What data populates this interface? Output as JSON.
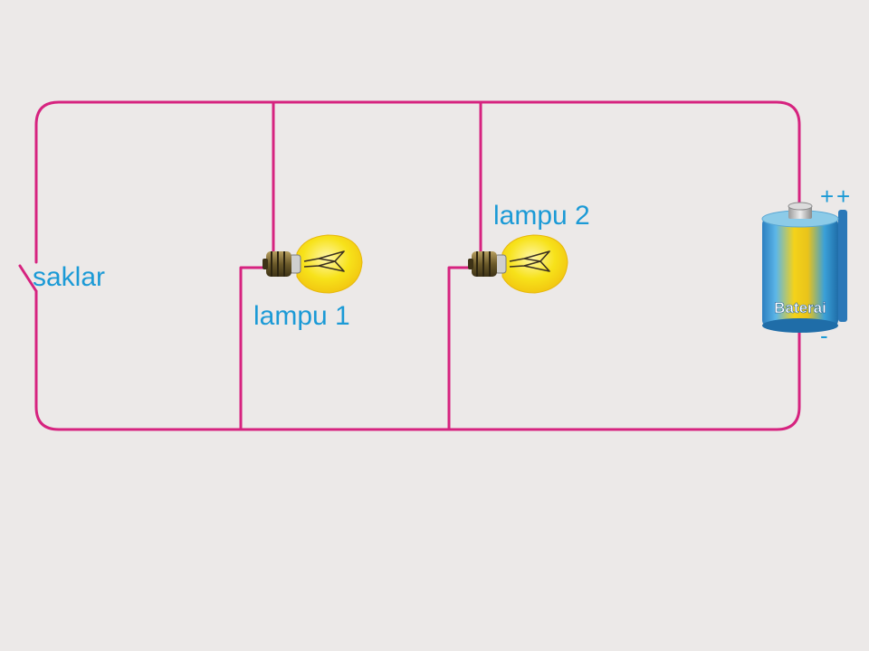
{
  "labels": {
    "switch": "saklar",
    "lamp1": "lampu 1",
    "lamp2": "lampu 2",
    "battery": "Baterai",
    "plus": "+",
    "minus": "-"
  },
  "colors": {
    "background": "#ece9e8",
    "wire": "#d6237f",
    "label": "#1b9ad6",
    "bulb_glass": "#f7e21a",
    "bulb_base": "#6b5a2a",
    "battery_blue": "#3a9fd8",
    "battery_yellow": "#f4d21a"
  }
}
